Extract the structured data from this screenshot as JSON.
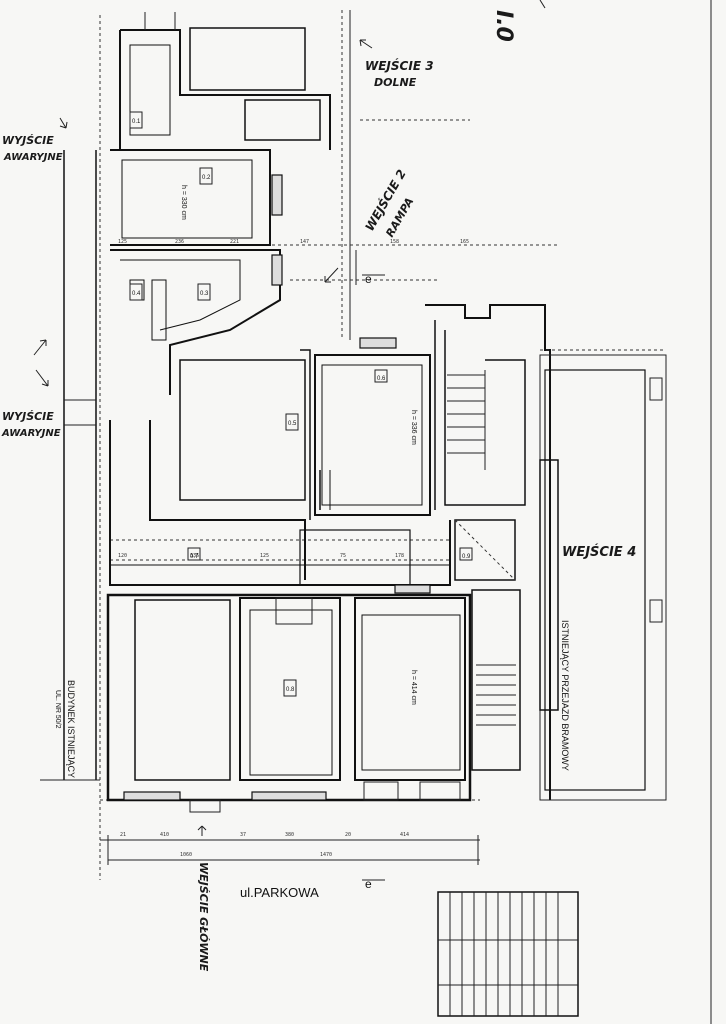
{
  "labels": {
    "sheet_number": "I.0",
    "entrance_3": "WEJŚCIE 3",
    "entrance_3_sub": "DOLNE",
    "entrance_2": "WEJŚCIE 2",
    "entrance_2_sub": "RAMPA",
    "emergency_exit_top": "WYJŚCIE",
    "emergency_exit_top_sub": "AWARYJNE",
    "emergency_exit_mid": "WYJŚCIE",
    "emergency_exit_mid_sub": "AWARYJNE",
    "entrance_4": "WEJŚCIE 4",
    "gate_passage": "ISTNIEJĄCY PRZEJAZD BRAMOWY",
    "existing_building": "BUDYNEK ISTNIEJĄCY",
    "existing_building_sub": "UL. NR 50/2",
    "main_entrance": "WEJŚCIE GŁÓWNE",
    "street": "ul.PARKOWA",
    "section_marker": "e",
    "room_height_1": "h = 414 cm",
    "room_height_2": "h = 336 cm",
    "room_height_3": "h = 330 cm"
  },
  "rooms": [
    "0.1",
    "0.2",
    "0.3",
    "0.4",
    "0.5",
    "0.6",
    "0.7",
    "0.8",
    "0.9"
  ]
}
